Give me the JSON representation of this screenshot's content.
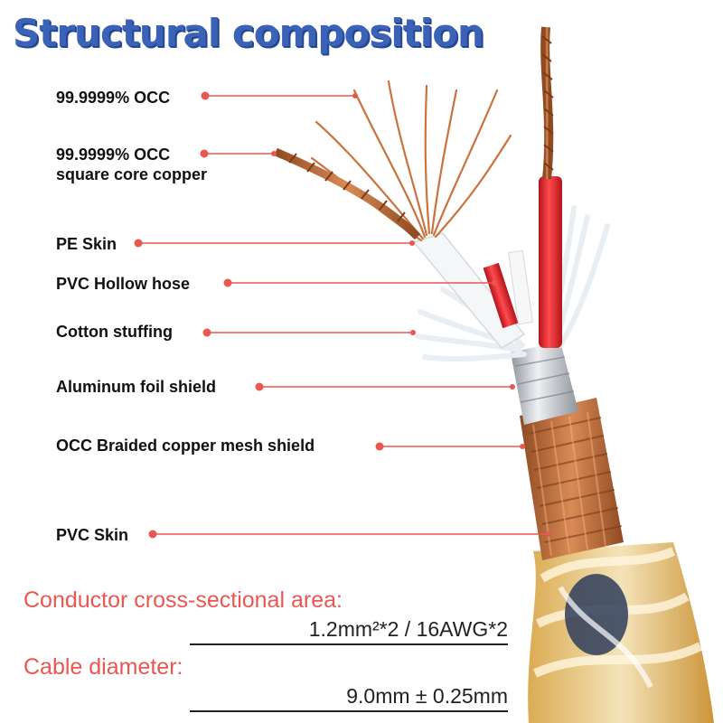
{
  "title": "Structural composition",
  "labels": [
    {
      "id": "occ",
      "text": "99.9999% OCC"
    },
    {
      "id": "occ-square-1",
      "text": "99.9999% OCC"
    },
    {
      "id": "occ-square-2",
      "text": "square core copper"
    },
    {
      "id": "pe-skin",
      "text": "PE Skin"
    },
    {
      "id": "pvc-hose",
      "text": "PVC Hollow hose"
    },
    {
      "id": "cotton",
      "text": "Cotton stuffing"
    },
    {
      "id": "foil",
      "text": "Aluminum foil shield"
    },
    {
      "id": "braid",
      "text": "OCC Braided copper mesh shield"
    },
    {
      "id": "pvc-skin",
      "text": "PVC Skin"
    }
  ],
  "specs": {
    "area_label": "Conductor cross-sectional area:",
    "area_value": "1.2mm²*2 / 16AWG*2",
    "diameter_label": "Cable diameter:",
    "diameter_value": "9.0mm ± 0.25mm"
  },
  "colors": {
    "title": "#3a63b8",
    "leader": "#ea5750",
    "copper": "#c9733e",
    "red_insulation": "#e21f26",
    "foil": "#b8bdc4"
  }
}
